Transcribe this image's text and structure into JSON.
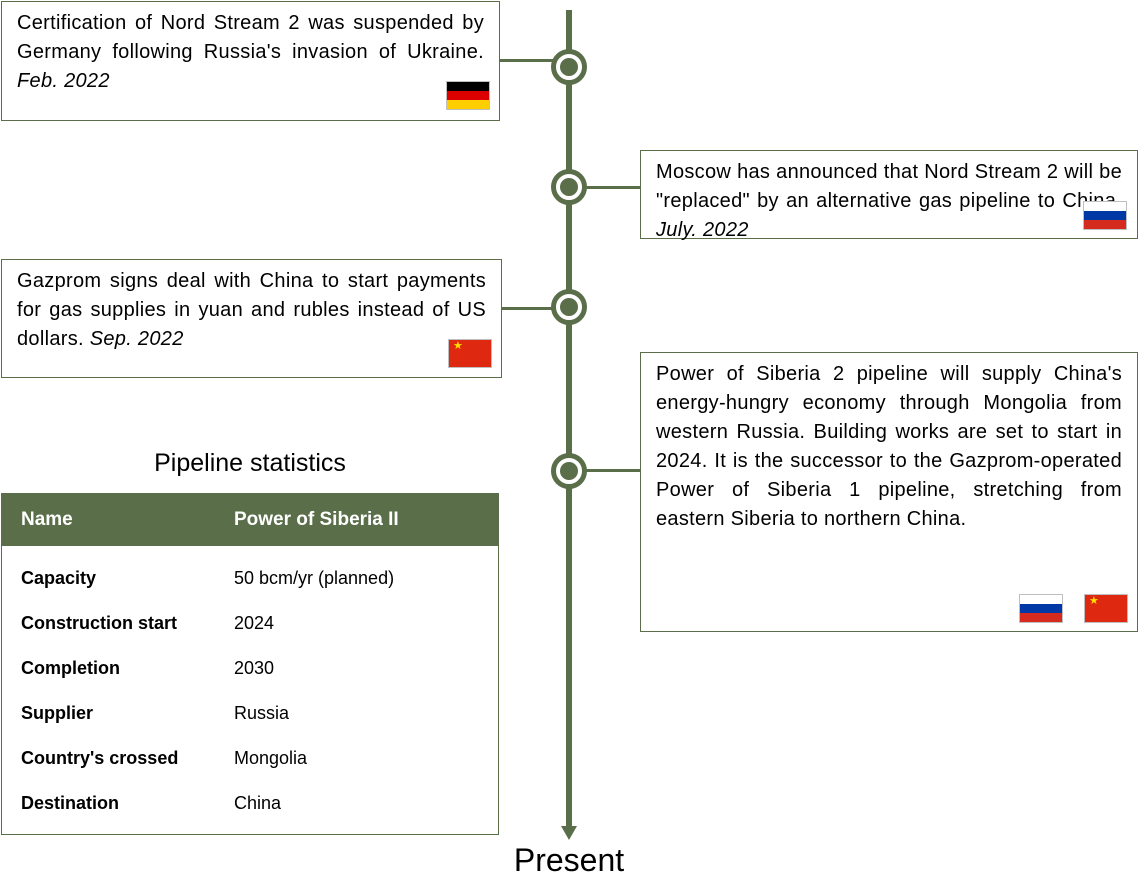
{
  "events": [
    {
      "text": "Certification of Nord Stream 2 was suspended by Germany following Russia's invasion of Ukraine. ",
      "date": "Feb. 2022",
      "flags": [
        "germany-flag"
      ]
    },
    {
      "text": "Moscow has announced that Nord Stream 2 will be \"replaced\" by an alternative gas pipeline to China. ",
      "date": "July. 2022",
      "flags": [
        "russia-flag"
      ]
    },
    {
      "text": "Gazprom signs deal with China to start payments for gas supplies in yuan and rubles instead of US dollars. ",
      "date": "Sep. 2022",
      "flags": [
        "china-flag"
      ]
    },
    {
      "text": "Power of Siberia 2 pipeline will supply China's energy-hungry economy through Mongolia from western Russia. Building works are set to start in 2024. It is the successor to the Gazprom-operated Power of Siberia 1 pipeline, stretching from eastern Siberia to northern China.",
      "flags": [
        "russia-flag",
        "china-flag"
      ]
    }
  ],
  "stats": {
    "title": "Pipeline statistics",
    "header": [
      "Name",
      "Power of Siberia II"
    ],
    "rows": [
      [
        "Capacity",
        "50 bcm/yr (planned)"
      ],
      [
        "Construction start",
        "2024"
      ],
      [
        "Completion",
        "2030"
      ],
      [
        "Supplier",
        "Russia"
      ],
      [
        "Country's crossed",
        "Mongolia"
      ],
      [
        "Destination",
        "China"
      ]
    ]
  },
  "timeline_end_label": "Present",
  "colors": {
    "accent": "#5a6e4a",
    "background": "#ffffff",
    "text": "#000000"
  }
}
